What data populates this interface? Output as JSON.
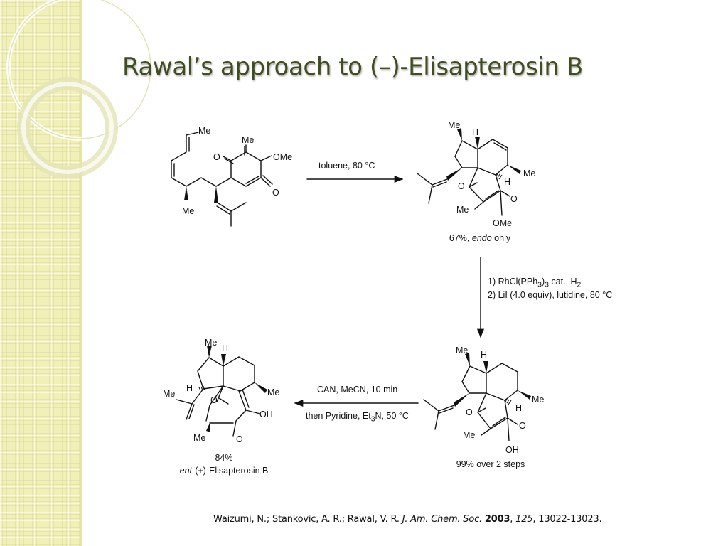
{
  "slide": {
    "title": "Rawal’s approach to (–)-Elisapterosin B"
  },
  "scheme": {
    "step1": {
      "conditions": "toluene, 80 °C",
      "product_yield": "67%, ",
      "product_yield_em": "endo",
      "product_yield_tail": " only"
    },
    "step2": {
      "line1_a": "1) RhCl(PPh",
      "line1_sub1": "3",
      "line1_b": ")",
      "line1_sub2": "3",
      "line1_c": " cat., H",
      "line1_sub3": "2",
      "line2": "2) LiI (4.0 equiv), lutidine, 80 °C",
      "product_yield": "99% over 2 steps"
    },
    "step3": {
      "conditions_top": "CAN, MeCN, 10 min",
      "conditions_bottom_a": "then Pyridine, Et",
      "conditions_bottom_sub": "3",
      "conditions_bottom_b": "N, 50 °C",
      "product_yield": "84%",
      "product_name_em": "ent",
      "product_name_rest": "-(+)-Elisapterosin B"
    },
    "atom_labels": {
      "me": "Me",
      "ome": "OMe",
      "o": "O",
      "h": "H",
      "oh": "OH"
    }
  },
  "citation": {
    "authors": "Waizumi, N.; Stankovic, A. R.; Rawal, V. R. ",
    "journal": "J. Am. Chem. Soc.",
    "sep1": " ",
    "year": "2003",
    "sep2": ", ",
    "volume": "125",
    "pages": ", 13022-13023."
  },
  "colors": {
    "title": "#3f4d1f",
    "band": "#f1f0b8",
    "deco_ring": "#ffffff"
  }
}
